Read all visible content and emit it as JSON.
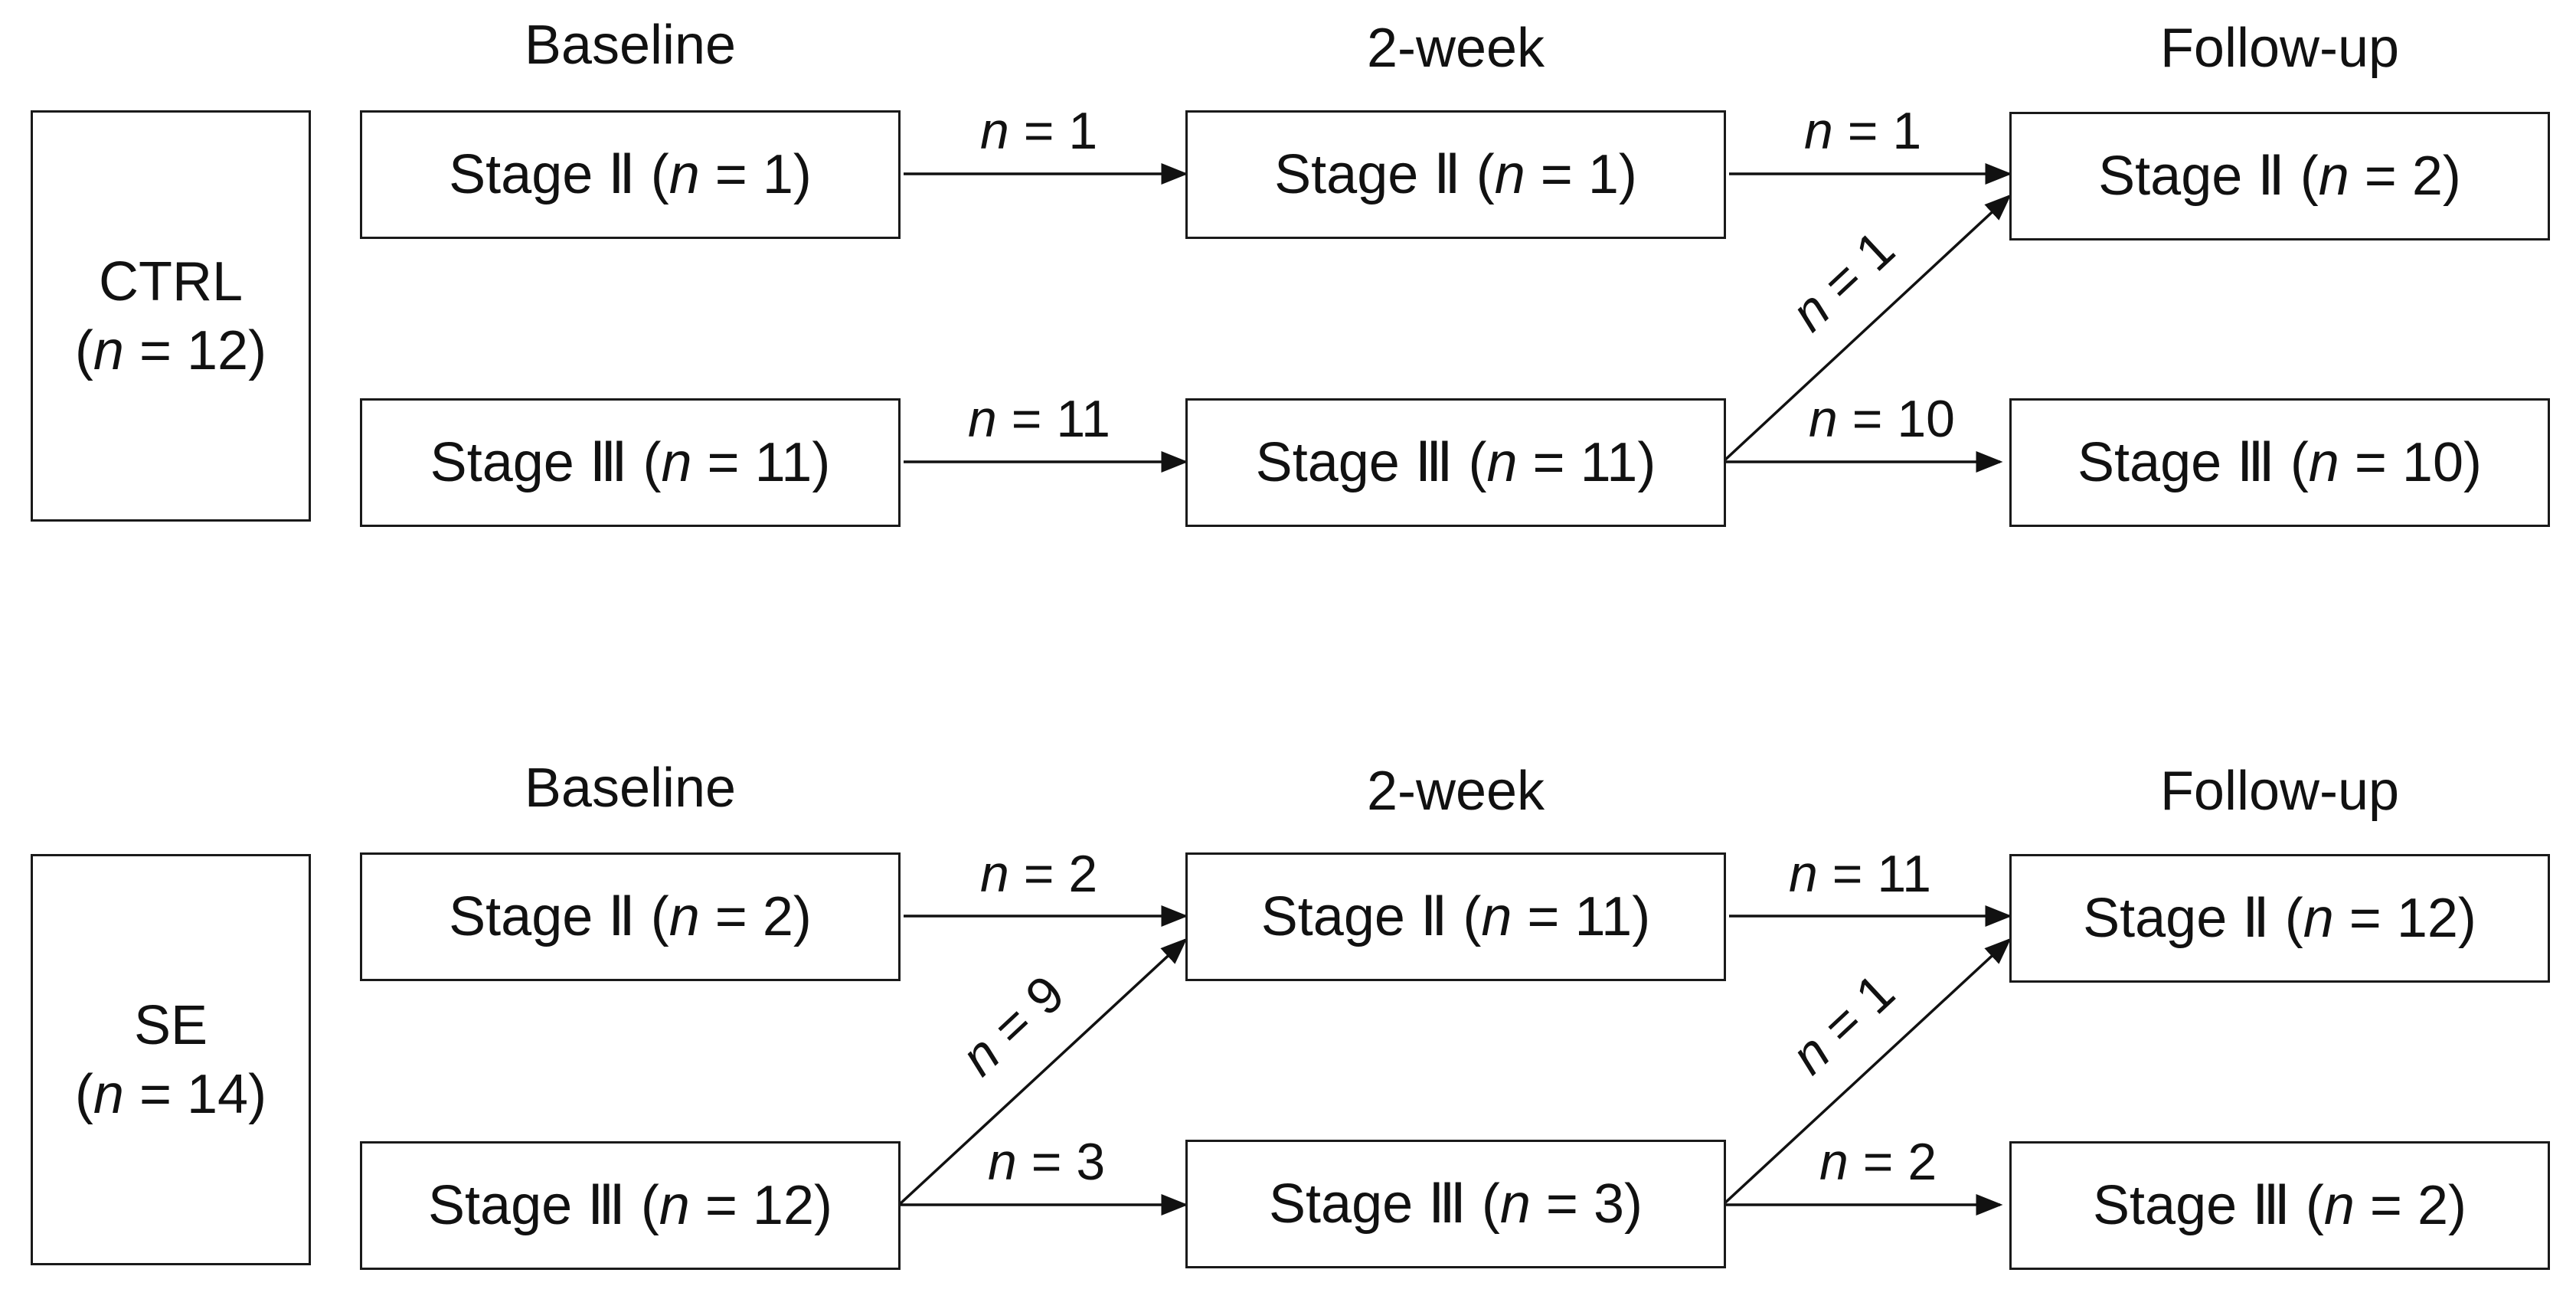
{
  "columns": [
    "Baseline",
    "2-week",
    "Follow-up"
  ],
  "n_symbol": "n",
  "groups": [
    {
      "id": "ctrl",
      "name": "CTRL",
      "n": "12",
      "baseline": [
        {
          "stage": "Stage Ⅱ",
          "n": "1"
        },
        {
          "stage": "Stage Ⅲ",
          "n": "11"
        }
      ],
      "week2": [
        {
          "stage": "Stage Ⅱ",
          "n": "1"
        },
        {
          "stage": "Stage Ⅲ",
          "n": "11"
        }
      ],
      "followup": [
        {
          "stage": "Stage Ⅱ",
          "n": "2"
        },
        {
          "stage": "Stage Ⅲ",
          "n": "10"
        }
      ],
      "transitions": [
        {
          "from": "baseline.0",
          "to": "week2.0",
          "n": "1"
        },
        {
          "from": "baseline.1",
          "to": "week2.1",
          "n": "11"
        },
        {
          "from": "week2.0",
          "to": "followup.0",
          "n": "1"
        },
        {
          "from": "week2.1",
          "to": "followup.0",
          "n": "1"
        },
        {
          "from": "week2.1",
          "to": "followup.1",
          "n": "10"
        }
      ]
    },
    {
      "id": "se",
      "name": "SE",
      "n": "14",
      "baseline": [
        {
          "stage": "Stage Ⅱ",
          "n": "2"
        },
        {
          "stage": "Stage Ⅲ",
          "n": "12"
        }
      ],
      "week2": [
        {
          "stage": "Stage Ⅱ",
          "n": "11"
        },
        {
          "stage": "Stage Ⅲ",
          "n": "3"
        }
      ],
      "followup": [
        {
          "stage": "Stage Ⅱ",
          "n": "12"
        },
        {
          "stage": "Stage Ⅲ",
          "n": "2"
        }
      ],
      "transitions": [
        {
          "from": "baseline.0",
          "to": "week2.0",
          "n": "2"
        },
        {
          "from": "baseline.1",
          "to": "week2.0",
          "n": "9"
        },
        {
          "from": "baseline.1",
          "to": "week2.1",
          "n": "3"
        },
        {
          "from": "week2.0",
          "to": "followup.0",
          "n": "11"
        },
        {
          "from": "week2.1",
          "to": "followup.0",
          "n": "1"
        },
        {
          "from": "week2.1",
          "to": "followup.1",
          "n": "2"
        }
      ]
    }
  ]
}
